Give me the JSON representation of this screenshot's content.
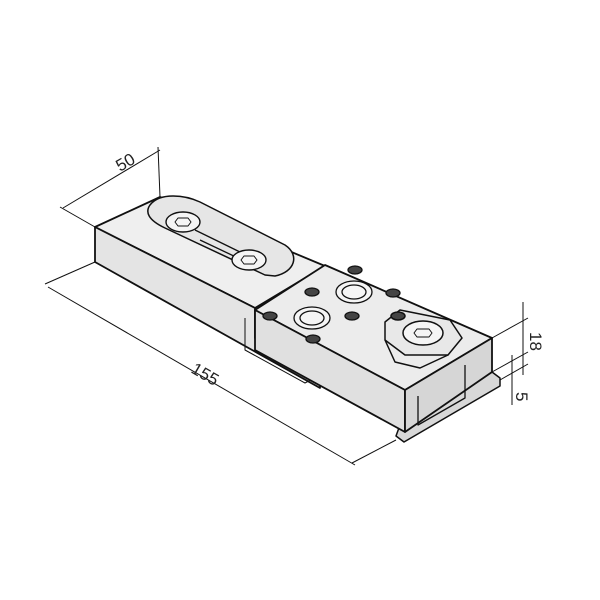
{
  "drawing": {
    "dimensions": {
      "width": "50",
      "length": "155",
      "height": "18",
      "base_thickness": "5"
    },
    "colors": {
      "face_light": "#efefef",
      "face_mid": "#e2e2e2",
      "face_dark": "#d2d2d2",
      "line": "#111111"
    }
  }
}
